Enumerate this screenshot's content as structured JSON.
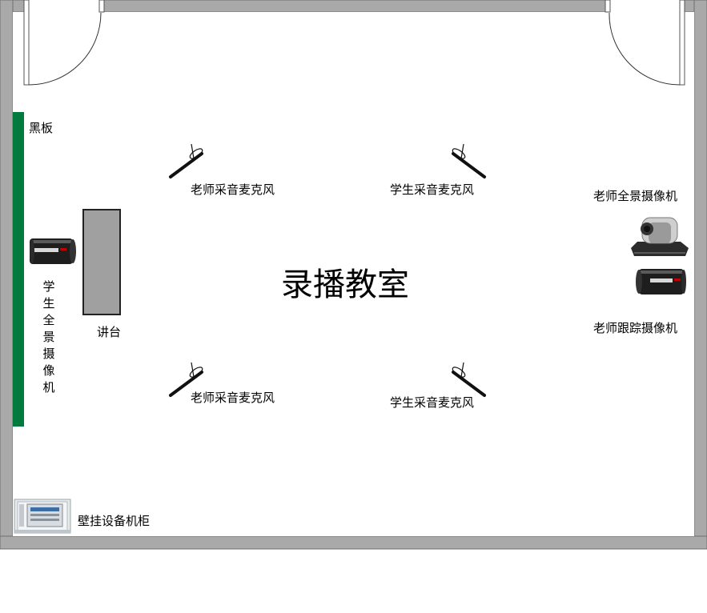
{
  "title": "录播教室",
  "colors": {
    "wall": "#a9a9a9",
    "wall_edge": "#6f6f6f",
    "blackboard": "#007a3d",
    "podium": "#a0a0a0"
  },
  "labels": {
    "blackboard": "黑板",
    "podium": "讲台",
    "student_panorama_camera": "学生全景摄像机",
    "teacher_panorama_camera": "老师全景摄像机",
    "teacher_tracking_camera": "老师跟踪摄像机",
    "teacher_mic_top": "老师采音麦克风",
    "student_mic_top": "学生采音麦克风",
    "teacher_mic_bottom": "老师采音麦克风",
    "student_mic_bottom": "学生采音麦克风",
    "wall_cabinet": "壁挂设备机柜"
  },
  "icons": {
    "microphone": "microphone-icon",
    "box_camera": "box-camera-icon",
    "ptz_camera": "ptz-camera-icon",
    "cabinet": "cabinet-icon",
    "door": "door-swing-icon"
  }
}
